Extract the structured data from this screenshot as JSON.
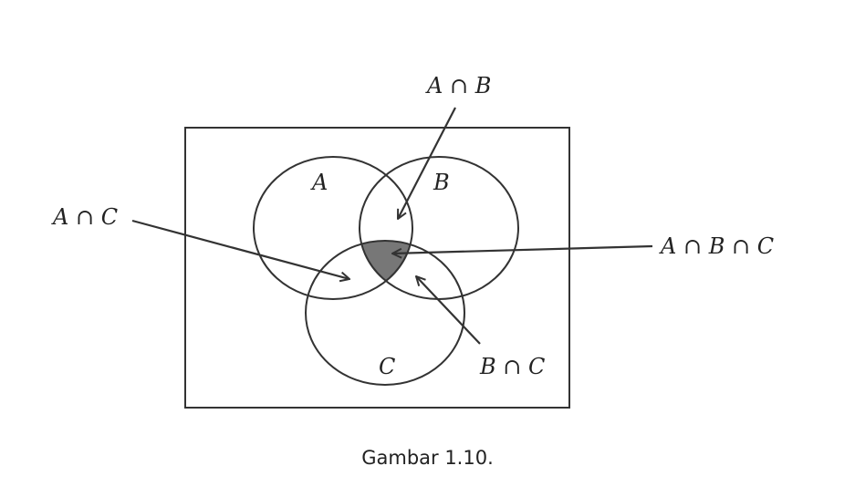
{
  "diagram": {
    "sets": {
      "a": "A",
      "b": "B",
      "c": "C"
    },
    "annotations": {
      "a_and_b": "A ∩ B",
      "a_and_c": "A ∩ C",
      "a_and_b_and_c": "A ∩ B ∩ C",
      "b_and_c": "B ∩ C"
    },
    "highlighted_region": "A ∩ B ∩ C",
    "colors": {
      "stroke": "#333333",
      "highlight": "#777777",
      "background": "#ffffff"
    }
  },
  "caption": "Gambar 1.10."
}
